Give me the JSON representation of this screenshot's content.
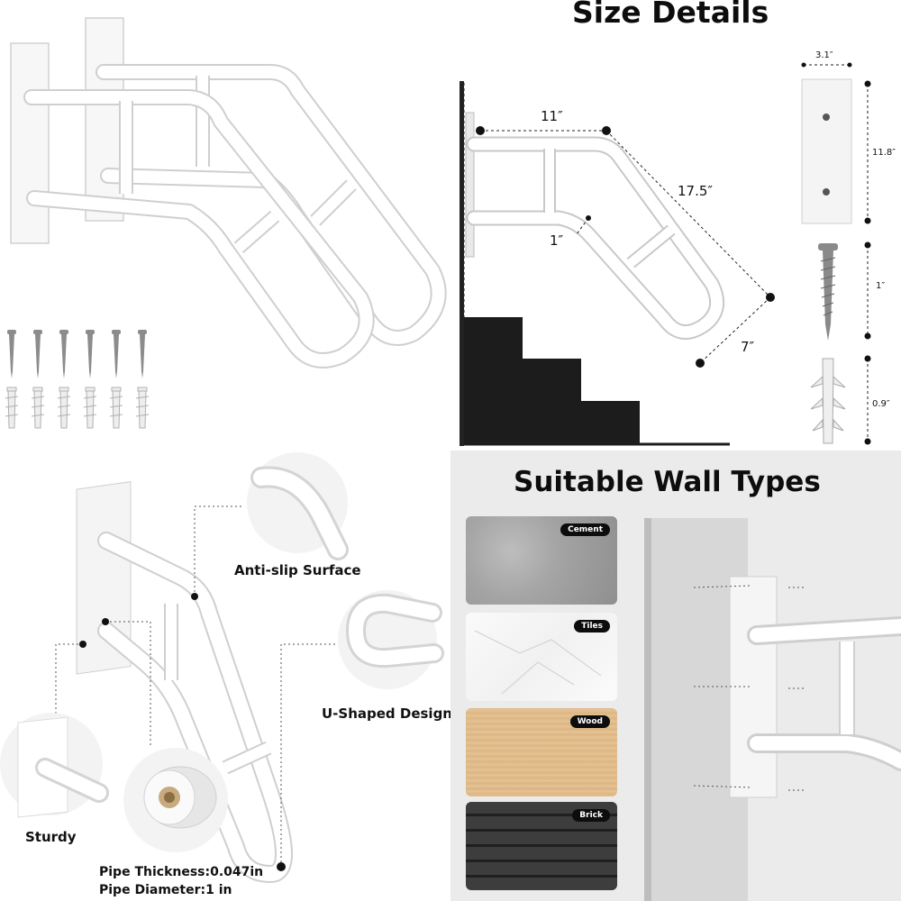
{
  "size_details": {
    "title": "Size Details",
    "dims": {
      "top_length": "11″",
      "slope_length": "17.5″",
      "diameter": "1″",
      "end_width": "7″",
      "plate_width": "3.1″",
      "plate_height": "11.8″",
      "screw_length": "1″",
      "anchor_length": "0.9″"
    }
  },
  "features": {
    "anti_slip": "Anti-slip Surface",
    "u_shaped": "U-Shaped Design",
    "sturdy": "Sturdy",
    "pipe_thickness": "Pipe Thickness:0.047in",
    "pipe_diameter": "Pipe Diameter:1 in"
  },
  "wall_types": {
    "title": "Suitable Wall Types",
    "items": [
      "Cement",
      "Tiles",
      "Wood",
      "Brick"
    ]
  },
  "colors": {
    "rail": "#ffffff",
    "rail_edge": "#c8c8c8",
    "stairs": "#1c1c1c",
    "tag_bg": "#0d0d0d"
  }
}
